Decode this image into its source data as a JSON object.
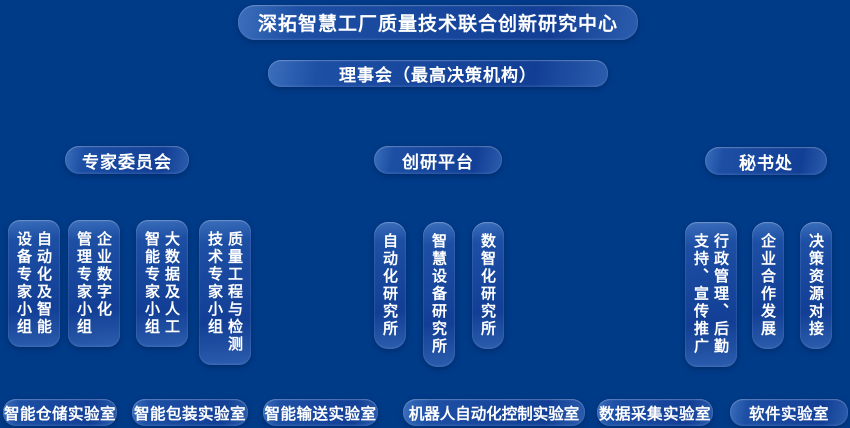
{
  "title": "深拓智慧工厂质量技术联合创新研究中心",
  "board": "理事会（最高决策机构）",
  "groups": [
    {
      "label": "专家委员会",
      "items": [
        {
          "text": "自动化及智能\n设备专家小组"
        },
        {
          "text": "企业数字化\n管理专家小组"
        },
        {
          "text": "大数据及人工\n智能专家小组"
        },
        {
          "text": "质量工程与检测\n技术专家小组"
        }
      ]
    },
    {
      "label": "创研平台",
      "items": [
        {
          "text": "自动化研究所"
        },
        {
          "text": "智慧设备研究所"
        },
        {
          "text": "数智化研究所"
        }
      ]
    },
    {
      "label": "秘书处",
      "items": [
        {
          "text": "行政管理、后勤\n支持、宣传推广"
        },
        {
          "text": "企业合作发展"
        },
        {
          "text": "决策资源对接"
        }
      ]
    }
  ],
  "labs": [
    "智能仓储实验室",
    "智能包装实验室",
    "智能输送实验室",
    "机器人自动化控制实验室",
    "数据采集实验室",
    "软件实验室"
  ],
  "colors": {
    "background": "#003b88",
    "node_light": "#3c6fbc",
    "node_dark": "#123f95",
    "text": "#ffffff"
  }
}
